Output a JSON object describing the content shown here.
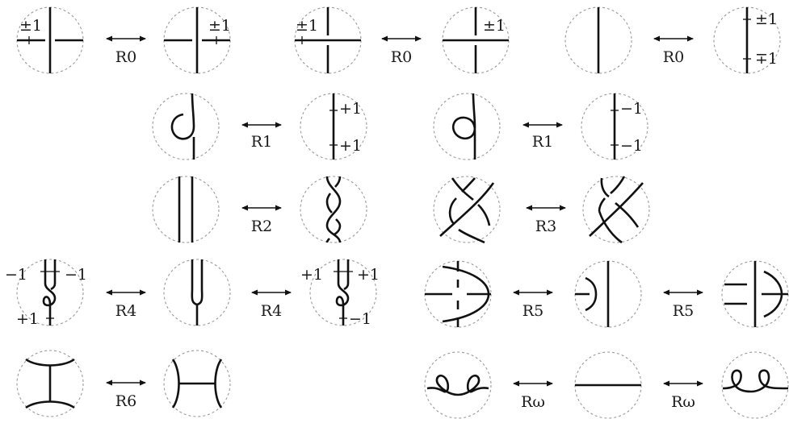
{
  "moves": {
    "r0": "R0",
    "r1": "R1",
    "r2": "R2",
    "r3": "R3",
    "r4": "R4",
    "r5": "R5",
    "r6": "R6",
    "romega": "Rω"
  },
  "labels": {
    "pm1": "±1",
    "mp1": "∓1",
    "p1": "+1",
    "m1": "−1"
  }
}
